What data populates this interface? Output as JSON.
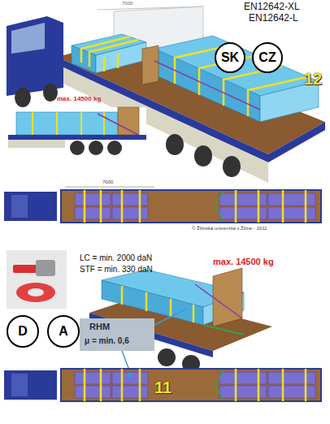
{
  "diagram": {
    "nodes": [
      {
        "text": [
          "SK"
        ]
      },
      {
        "text": [
          "CZ"
        ]
      },
      {
        "text": [
          "D"
        ]
      },
      {
        "text": [
          "A"
        ]
      }
    ],
    "labels": [
      "EN12642-XL",
      "EN12642-L",
      "12",
      "max. 14500 kg",
      "7000",
      "7000",
      "© Žilinská univerzita v Žiline - 2011",
      "LC = min. 2000 daN",
      "STF = min. 330 daN",
      "max. 14500 kg",
      "RHM",
      "μ = min. 0,6",
      "11"
    ]
  }
}
